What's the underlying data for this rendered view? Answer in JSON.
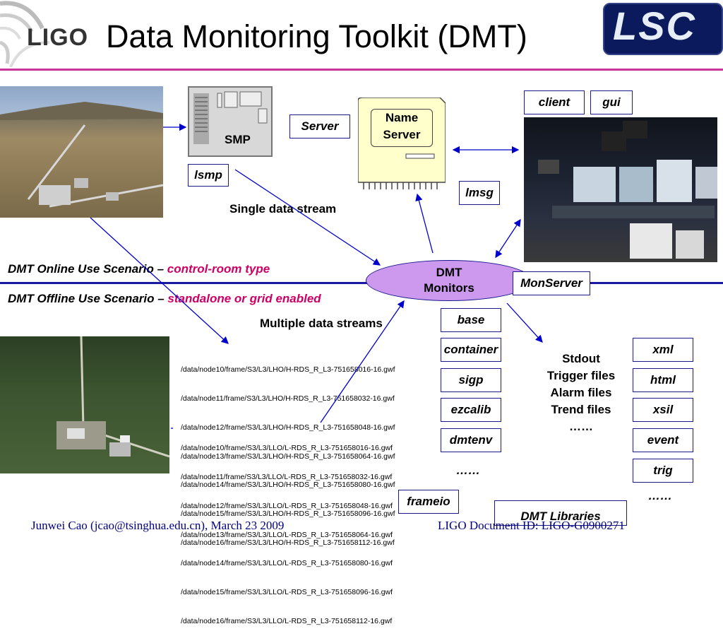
{
  "header": {
    "title": "Data Monitoring Toolkit (DMT)",
    "ligo_logo": "LIGO",
    "lsc_logo": "LSC"
  },
  "components": {
    "smp": "SMP",
    "lsmp": "lsmp",
    "server": "Server",
    "name_server": [
      "Name",
      "Server"
    ],
    "lmsg": "lmsg",
    "client": "client",
    "gui": "gui",
    "dmt_monitors": [
      "DMT",
      "Monitors"
    ],
    "monserver": "MonServer",
    "single_stream": "Single data stream",
    "multiple_streams": "Multiple data streams"
  },
  "scenarios": {
    "online_prefix": "DMT Online Use Scenario – ",
    "online_highlight": "control-room type",
    "offline_prefix": "DMT Offline Use Scenario – ",
    "offline_highlight": "standalone or grid enabled"
  },
  "libraries": {
    "title": "DMT Libraries",
    "left": [
      "base",
      "container",
      "sigp",
      "ezcalib",
      "dmtenv",
      "……",
      "frameio"
    ],
    "right": [
      "xml",
      "html",
      "xsil",
      "event",
      "trig",
      "……"
    ]
  },
  "outputs": [
    "Stdout",
    "Trigger files",
    "Alarm files",
    "Trend files",
    "……"
  ],
  "files_lho": [
    "/data/node10/frame/S3/L3/LHO/H-RDS_R_L3-751658016-16.gwf",
    "/data/node11/frame/S3/L3/LHO/H-RDS_R_L3-751658032-16.gwf",
    "/data/node12/frame/S3/L3/LHO/H-RDS_R_L3-751658048-16.gwf",
    "/data/node13/frame/S3/L3/LHO/H-RDS_R_L3-751658064-16.gwf",
    "/data/node14/frame/S3/L3/LHO/H-RDS_R_L3-751658080-16.gwf",
    "/data/node15/frame/S3/L3/LHO/H-RDS_R_L3-751658096-16.gwf",
    "/data/node16/frame/S3/L3/LHO/H-RDS_R_L3-751658112-16.gwf"
  ],
  "files_llo": [
    "/data/node10/frame/S3/L3/LLO/L-RDS_R_L3-751658016-16.gwf",
    "/data/node11/frame/S3/L3/LLO/L-RDS_R_L3-751658032-16.gwf",
    "/data/node12/frame/S3/L3/LLO/L-RDS_R_L3-751658048-16.gwf",
    "/data/node13/frame/S3/L3/LLO/L-RDS_R_L3-751658064-16.gwf",
    "/data/node14/frame/S3/L3/LLO/L-RDS_R_L3-751658080-16.gwf",
    "/data/node15/frame/S3/L3/LLO/L-RDS_R_L3-751658096-16.gwf",
    "/data/node16/frame/S3/L3/LLO/L-RDS_R_L3-751658112-16.gwf"
  ],
  "footer": {
    "author": "Junwei Cao (jcao@tsinghua.edu.cn), March 23 2009",
    "doc": "LIGO Document ID: LIGO-G0900271"
  },
  "colors": {
    "title_rule": "#cc3399",
    "divider": "#1a1aa0",
    "box_border": "#1a1a8c",
    "arrow": "#0000cc",
    "highlight": "#cc0066",
    "ellipse_fill": "#cc99ee",
    "server_fill": "#ffffcc",
    "footer_text": "#000080"
  }
}
